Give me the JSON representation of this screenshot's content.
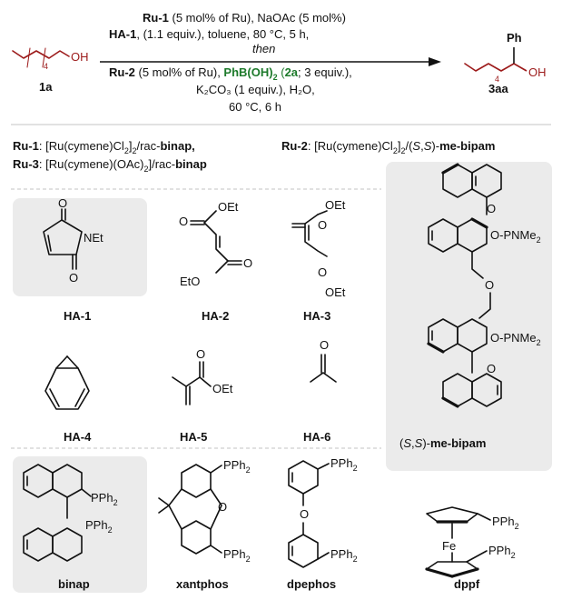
{
  "scheme": {
    "substrate_label": "1a",
    "substrate_oh": "OH",
    "chain_subscript": "4",
    "product_label": "3aa",
    "product_ph": "Ph",
    "product_oh": "OH",
    "cond_line1_bold": "Ru-1",
    "cond_line1_rest": " (5 mol% of Ru), NaOAc (5 mol%)",
    "cond_line2_bold": "HA-1",
    "cond_line2_rest": ", (1.1 equiv.), toluene, 80 °C, 5 h,",
    "cond_line3": "then",
    "cond_line4_bold": "Ru-2",
    "cond_line4_mid": " (5 mol% of Ru), ",
    "cond_line4_green": "PhB(OH)",
    "cond_line4_green_sub": "2",
    "cond_line4_green2": " (",
    "cond_line4_green_b": "2a",
    "cond_line4_end": "; 3 equiv.),",
    "cond_line5": "K₂CO₃ (1 equiv.), H₂O,",
    "cond_line6": "60 °C, 6 h"
  },
  "catalysts": {
    "ru1_label": "Ru-1",
    "ru1_text": ": [Ru(cymene)Cl",
    "ru1_sub": "2",
    "ru1_text2": "]",
    "ru1_sub2": "2",
    "ru1_text3": "/rac-",
    "ru1_ligand": "binap,",
    "ru3_label": "Ru-3",
    "ru3_text": ": [Ru(cymene)(OAc)",
    "ru3_sub": "2",
    "ru3_text2": "]/rac-",
    "ru3_ligand": "binap",
    "ru2_label": "Ru-2",
    "ru2_text": ": [Ru(cymene)Cl",
    "ru2_sub": "2",
    "ru2_text2": "]",
    "ru2_sub2": "2",
    "ru2_text3": "/(",
    "ru2_s1": "S",
    "ru2_comma": ",",
    "ru2_s2": "S",
    "ru2_text4": ")-",
    "ru2_ligand": "me-bipam"
  },
  "acceptors": {
    "ha1": "HA-1",
    "ha2": "HA-2",
    "ha3": "HA-3",
    "ha4": "HA-4",
    "ha5": "HA-5",
    "ha6": "HA-6",
    "net": "NEt",
    "oet": "OEt",
    "eto": "EtO",
    "o": "O"
  },
  "bipam": {
    "label_open": "(",
    "label_s1": "S",
    "label_comma": ",",
    "label_s2": "S",
    "label_close": ")-",
    "label_bold": "me-bipam",
    "o": "O",
    "opnme2_1": "O-PNMe",
    "opnme2_2": "O-PNMe",
    "sub2": "2"
  },
  "ligands": {
    "binap": "binap",
    "xantphos": "xantphos",
    "dpephos": "dpephos",
    "dppf": "dppf",
    "pph": "PPh",
    "sub2": "2",
    "fe": "Fe",
    "o": "O"
  }
}
